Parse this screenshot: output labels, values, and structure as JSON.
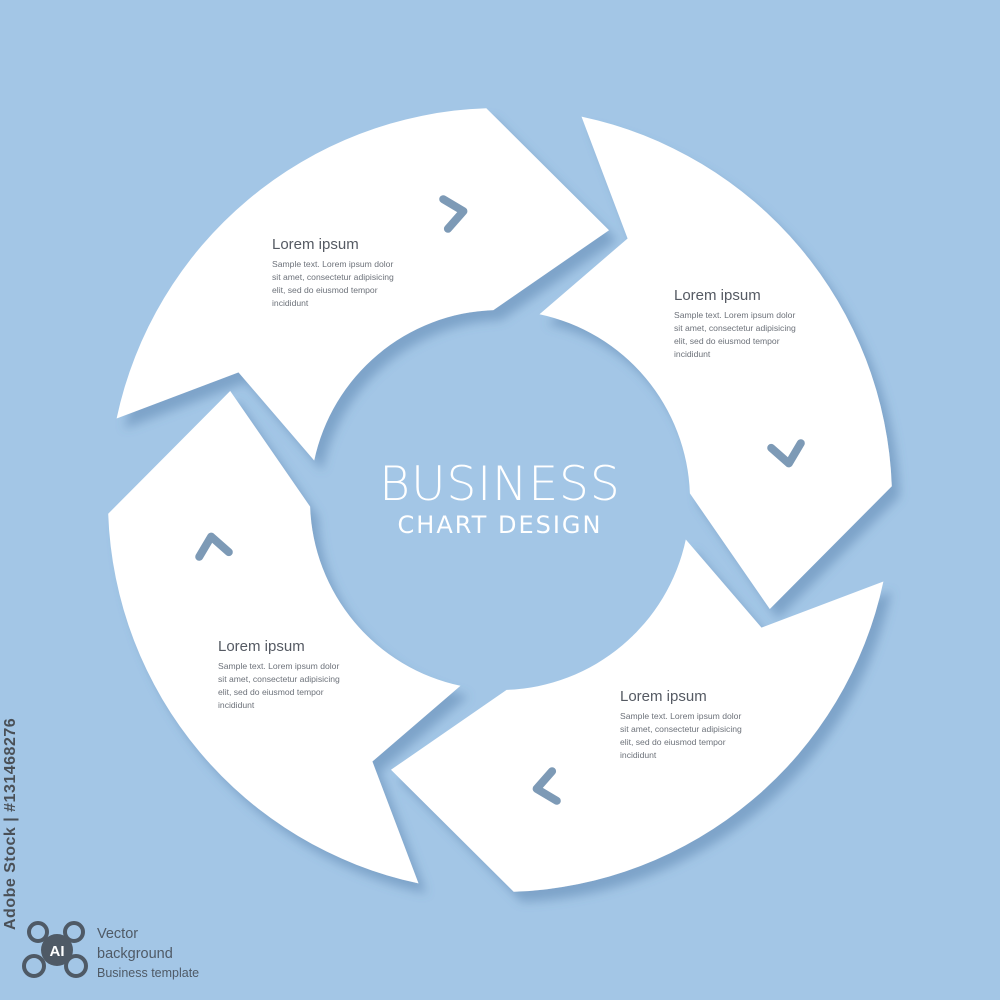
{
  "center": {
    "title": "BUSINESS",
    "subtitle": "CHART DESIGN"
  },
  "segments": [
    {
      "title": "Lorem ipsum",
      "body": "Sample text. Lorem ipsum dolor sit amet, consectetur adipisicing elit, sed do eiusmod tempor incididunt"
    },
    {
      "title": "Lorem ipsum",
      "body": "Sample text. Lorem ipsum dolor sit amet, consectetur adipisicing elit, sed do eiusmod tempor incididunt"
    },
    {
      "title": "Lorem ipsum",
      "body": "Sample text. Lorem ipsum dolor sit amet, consectetur adipisicing elit, sed do eiusmod tempor incididunt"
    },
    {
      "title": "Lorem ipsum",
      "body": "Sample text. Lorem ipsum dolor sit amet, consectetur adipisicing elit, sed do eiusmod tempor incididunt"
    }
  ],
  "footer": {
    "stock_id": "Adobe Stock | #131468276",
    "badge_text": "AI",
    "line1": "Vector",
    "line2": "background",
    "line3": "Business template"
  },
  "colors": {
    "background": "#a3c6e6",
    "segment_fill": "#ffffff",
    "shadow": "#6e95bd",
    "chevron": "#7d9ab6",
    "text_dark": "#555a63"
  },
  "icons": [
    "chevron-right-icon",
    "chevron-down-icon",
    "chevron-left-icon",
    "chevron-up-icon",
    "ai-logo-icon"
  ]
}
